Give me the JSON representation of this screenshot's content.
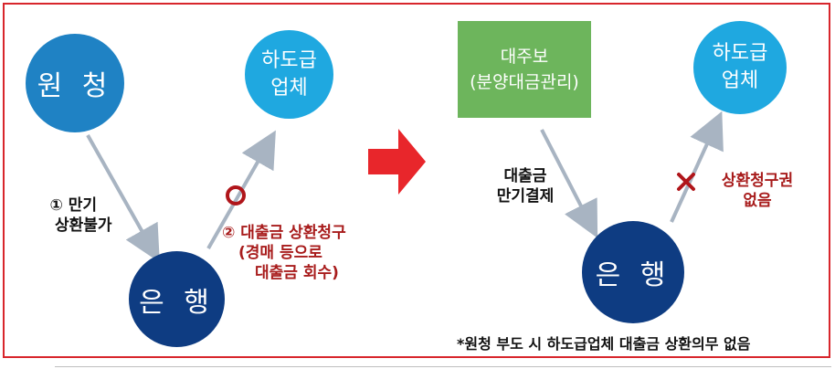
{
  "left": {
    "wonchung": "원 청",
    "hadogeup": [
      "하도급",
      "업체"
    ],
    "bank": "은 행",
    "step1": [
      "① 만기",
      "상환불가"
    ],
    "step2": [
      "② 대출금 상환청구",
      "(경매 등으로",
      "대출금 회수)"
    ]
  },
  "right": {
    "guarantor": [
      "대주보",
      "(분양대금관리)"
    ],
    "hadogeup": [
      "하도급",
      "업체"
    ],
    "bank": "은 행",
    "loan_settle": [
      "대출금",
      "만기결제"
    ],
    "no_claim": [
      "상환청구권",
      "없음"
    ]
  },
  "footnote": "*원청 부도 시 하도급업체 대출금 상환의무 없음",
  "colors": {
    "border": "#d8262c",
    "circle_dark": "#1f82c4",
    "circle_light": "#1fa8e0",
    "circle_navy": "#0e3c82",
    "guarantor_box": "#6db55c",
    "arrow_gray": "#a8b4c2",
    "emphasis_red": "#a81c1c",
    "big_arrow": "#e8262b"
  },
  "icons": {
    "possible_mark": "circle-o-icon",
    "impossible_mark": "x-mark-icon"
  }
}
